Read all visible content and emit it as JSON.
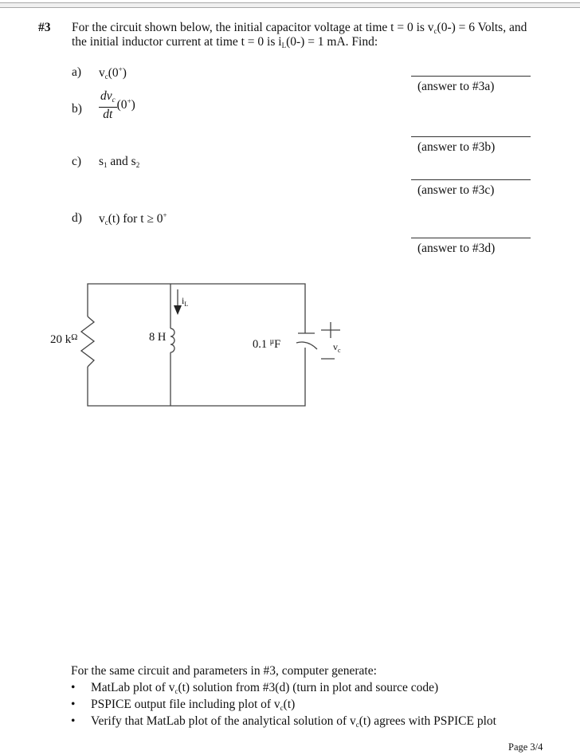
{
  "problem": {
    "number": "#3",
    "intro_line1_pre": "For the circuit shown below, the initial capacitor voltage at time t = 0 is v",
    "intro_line1_sub": "c",
    "intro_line1_post": "(0-) =  6 Volts, and",
    "intro_line2_pre": "the initial inductor current at time t = 0 is i",
    "intro_line2_sub": "L",
    "intro_line2_post": "(0-) =  1 mA.  Find:"
  },
  "parts": [
    {
      "label": "a)",
      "text_v": "v",
      "sub": "c",
      "rest": "(0",
      "sup": "+",
      "close": ")"
    },
    {
      "label": "b)",
      "frac_num": "dv",
      "frac_num_sub": "c",
      "frac_den": "dt",
      "rest": "(0",
      "sup": "+",
      "close": ")"
    },
    {
      "label": "c)",
      "s": "s",
      "sub1": "1",
      "and": " and s",
      "sub2": "2"
    },
    {
      "label": "d)",
      "text_v": "v",
      "sub": "c",
      "rest": "(t) for t ≥ 0",
      "sup": "+"
    }
  ],
  "answers": [
    "(answer to #3a)",
    "(answer to #3b)",
    "(answer to #3c)",
    "(answer to #3d)"
  ],
  "circuit": {
    "resistor_label_num": "20 k",
    "resistor_label_unit": "Ω",
    "inductor_label": "8 H",
    "current_label": "i",
    "current_sub": "L",
    "capacitor_label_num": "0.1 ",
    "capacitor_label_mu": "μ",
    "capacitor_label_unit": "F",
    "plus": "+",
    "minus": "—",
    "vc_label": "v",
    "vc_sub": "c"
  },
  "computer": {
    "intro": "For the same circuit and parameters in #3, computer generate:",
    "bullets": [
      {
        "pre": "MatLab plot of v",
        "sub": "c",
        "post": "(t) solution from #3(d) (turn in plot and source code)"
      },
      {
        "pre": "PSPICE output file including plot of v",
        "sub": "c",
        "post": "(t)"
      },
      {
        "pre": "Verify that MatLab plot of the analytical solution of v",
        "sub": "c",
        "post": "(t) agrees with PSPICE plot"
      }
    ]
  },
  "footer": {
    "page": "Page 3/4"
  }
}
